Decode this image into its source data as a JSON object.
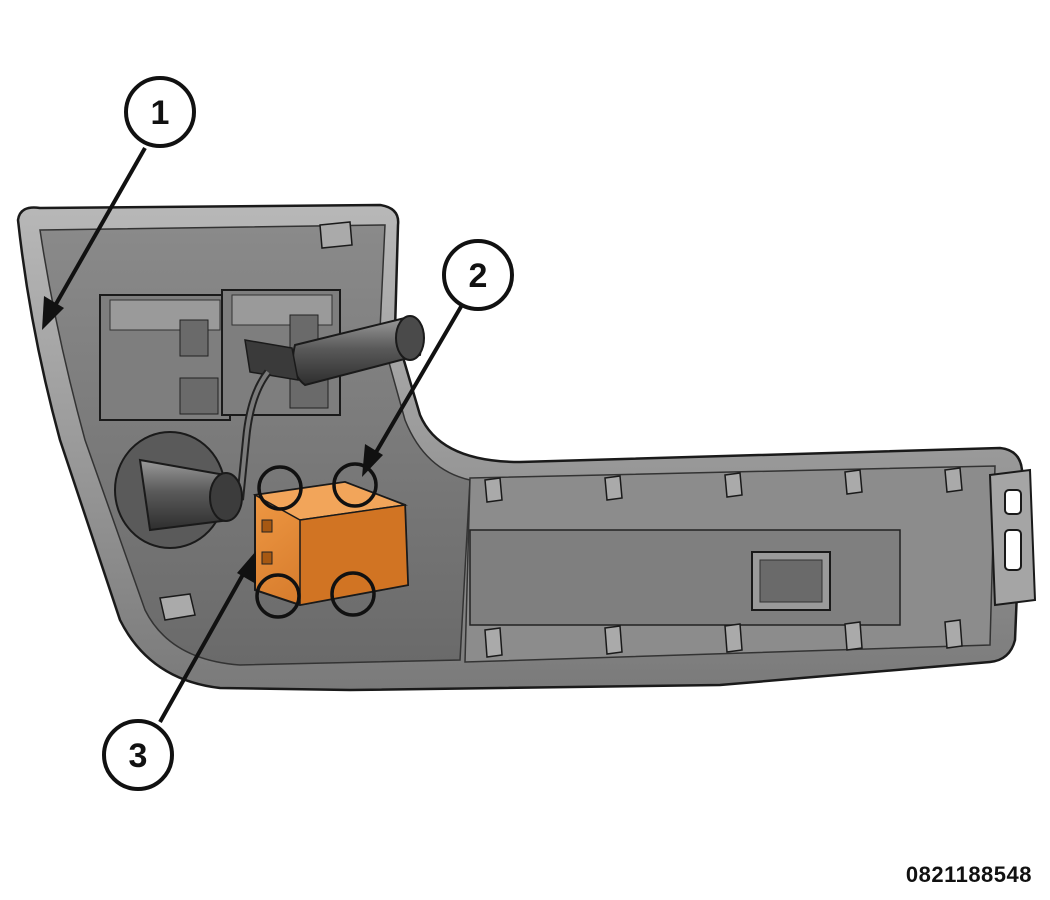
{
  "callouts": [
    {
      "label": "1"
    },
    {
      "label": "2"
    },
    {
      "label": "3"
    }
  ],
  "figure_id": "0821188548",
  "colors": {
    "housing": "#9a9a9a",
    "housing_dark": "#6f6f6f",
    "module": "#e2852f",
    "module_dark": "#b8621a",
    "outline": "#1a1a1a"
  }
}
